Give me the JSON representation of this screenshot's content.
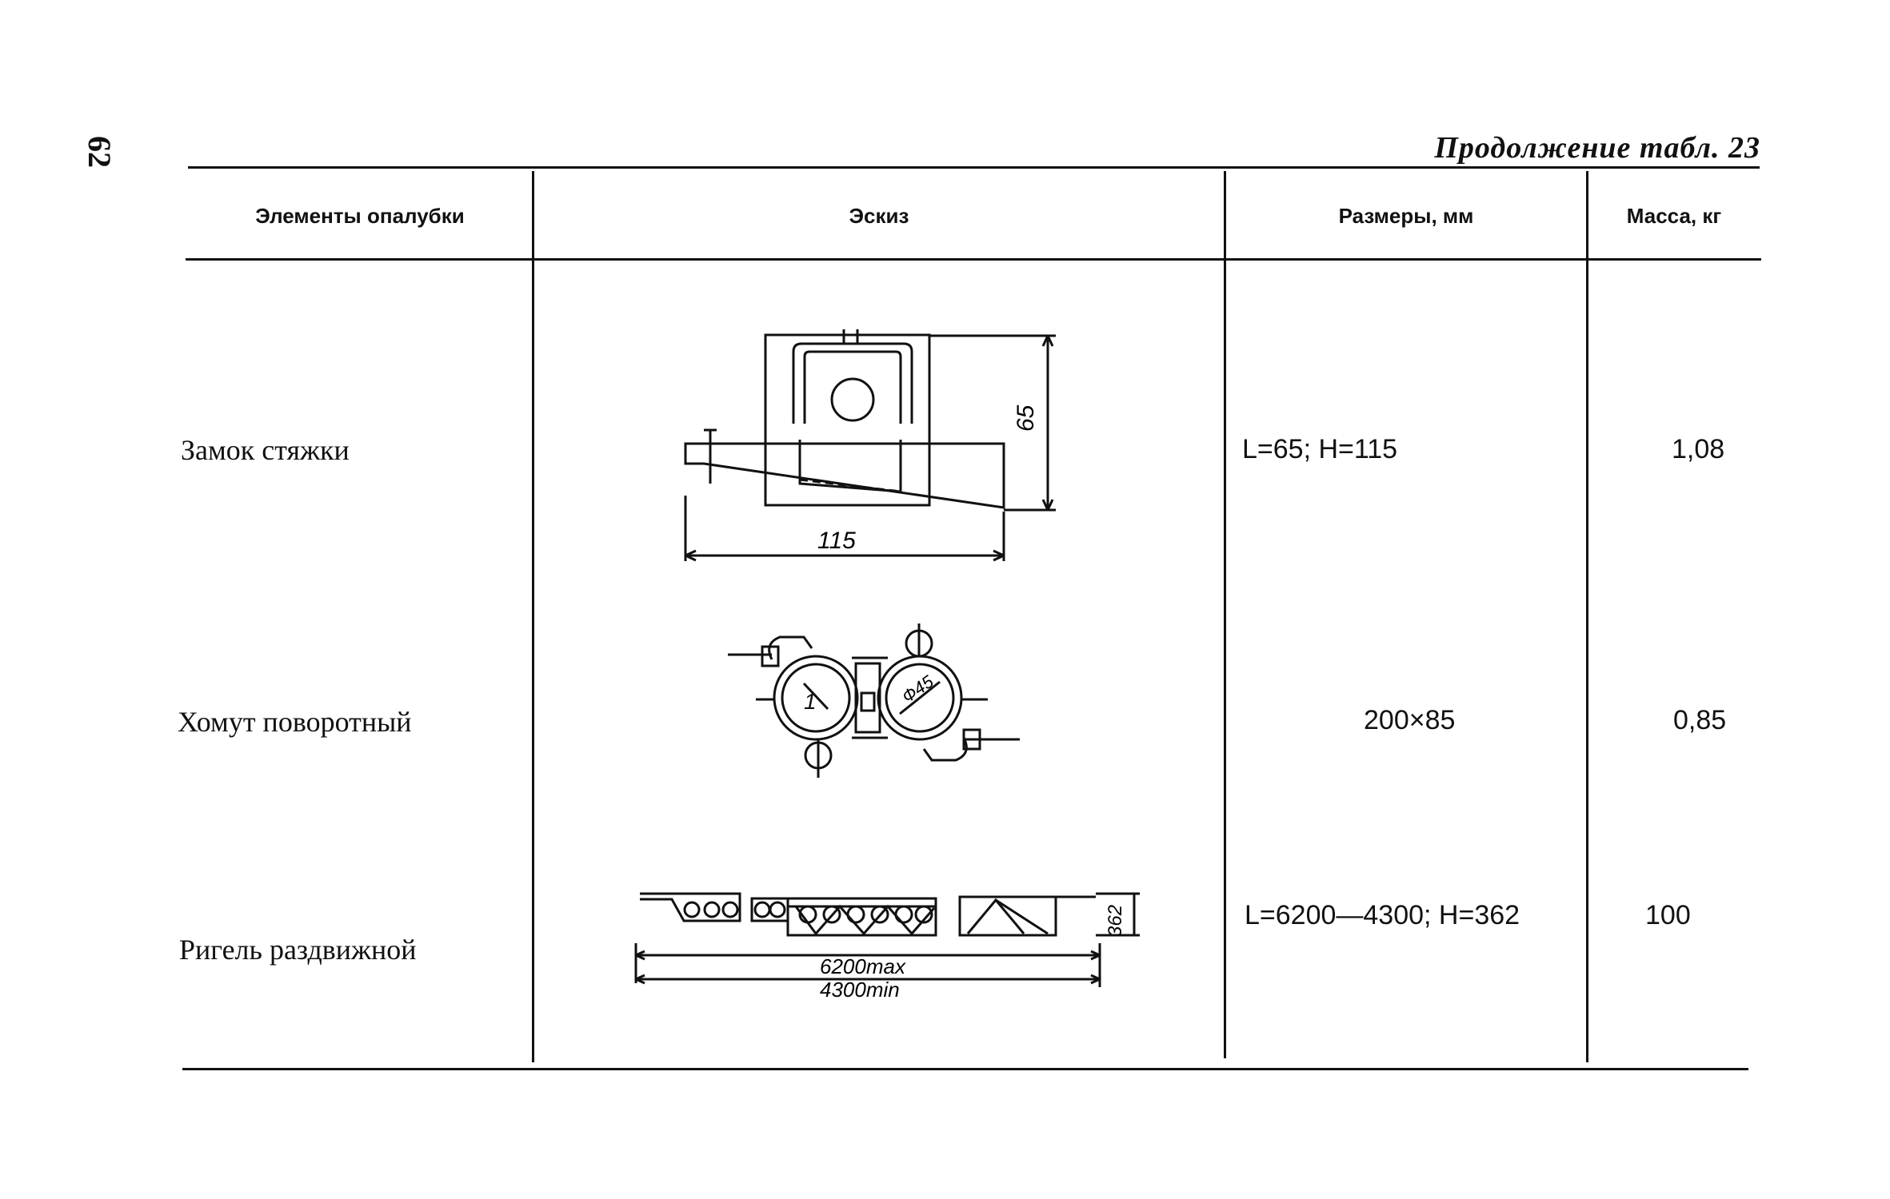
{
  "page": {
    "number": "62",
    "continuation": "Продолжение табл. 23"
  },
  "table": {
    "headers": {
      "elements": "Элементы опалубки",
      "sketch": "Эскиз",
      "dimensions": "Размеры, мм",
      "mass": "Масса, кг"
    },
    "rows": [
      {
        "name": "Замок стяжки",
        "dimensions": "L=65; H=115",
        "mass": "1,08",
        "sketch_labels": {
          "height": "65",
          "length": "115"
        }
      },
      {
        "name": "Хомут поворотный",
        "dimensions": "200×85",
        "mass": "0,85",
        "sketch_labels": {
          "diameter": "Ф45"
        }
      },
      {
        "name": "Ригель раздвижной",
        "dimensions": "L=6200—4300; H=362",
        "mass": "100",
        "sketch_labels": {
          "height": "362",
          "max": "6200max",
          "min": "4300min"
        }
      }
    ]
  }
}
